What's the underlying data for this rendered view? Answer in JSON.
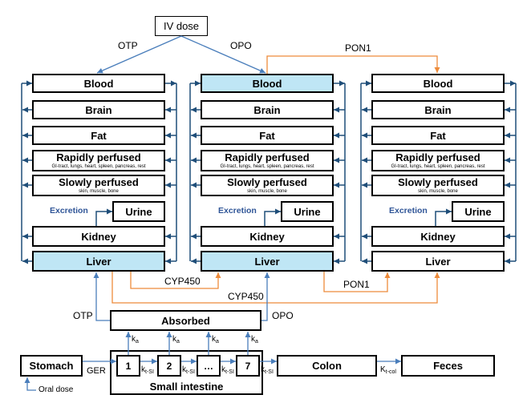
{
  "iv_dose": "IV dose",
  "top_routes": {
    "otp": "OTP",
    "opo": "OPO",
    "pon1": "PON1"
  },
  "columns": [
    {
      "blood": "Blood",
      "brain": "Brain",
      "fat": "Fat",
      "rapidly_perfused": "Rapidly perfused",
      "rapidly_perfused_note": "GI-tract, lungs, heart, spleen, pancreas, rest",
      "slowly_perfused": "Slowly perfused",
      "slowly_perfused_note": "skin, muscle, bone",
      "excretion": "Excretion",
      "urine": "Urine",
      "kidney": "Kidney",
      "liver": "Liver"
    },
    {
      "blood": "Blood",
      "brain": "Brain",
      "fat": "Fat",
      "rapidly_perfused": "Rapidly perfused",
      "rapidly_perfused_note": "GI-tract, lungs, heart, spleen, pancreas, rest",
      "slowly_perfused": "Slowly perfused",
      "slowly_perfused_note": "skin, muscle, bone",
      "excretion": "Excretion",
      "urine": "Urine",
      "kidney": "Kidney",
      "liver": "Liver"
    },
    {
      "blood": "Blood",
      "brain": "Brain",
      "fat": "Fat",
      "rapidly_perfused": "Rapidly perfused",
      "rapidly_perfused_note": "GI-tract, lungs, heart, spleen, pancreas, rest",
      "slowly_perfused": "Slowly perfused",
      "slowly_perfused_note": "skin, muscle, bone",
      "excretion": "Excretion",
      "urine": "Urine",
      "kidney": "Kidney",
      "liver": "Liver"
    }
  ],
  "metabolism": {
    "cyp450_first": "CYP450",
    "cyp450_second": "CYP450",
    "pon1": "PON1"
  },
  "absorption": {
    "absorbed": "Absorbed",
    "otp": "OTP",
    "opo": "OPO",
    "ka_symbol": "k",
    "ka_subscript": "a"
  },
  "gi_tract": {
    "stomach": "Stomach",
    "ger": "GER",
    "oral_dose": "Oral dose",
    "segments": [
      "1",
      "2",
      "…",
      "7"
    ],
    "transit_symbol": "k",
    "transit_subscript": "t-SI",
    "small_intestine": "Small intestine",
    "colon": "Colon",
    "colon_symbol": "K",
    "colon_subscript": "t-col",
    "feces": "Feces"
  },
  "colors": {
    "highlight_fill": "#bfe6f5",
    "circulation_line": "#1f4e79",
    "dose_line": "#4a7ebb",
    "metabolism_line": "#ed8b3b",
    "excretion_text": "#2f5597"
  }
}
